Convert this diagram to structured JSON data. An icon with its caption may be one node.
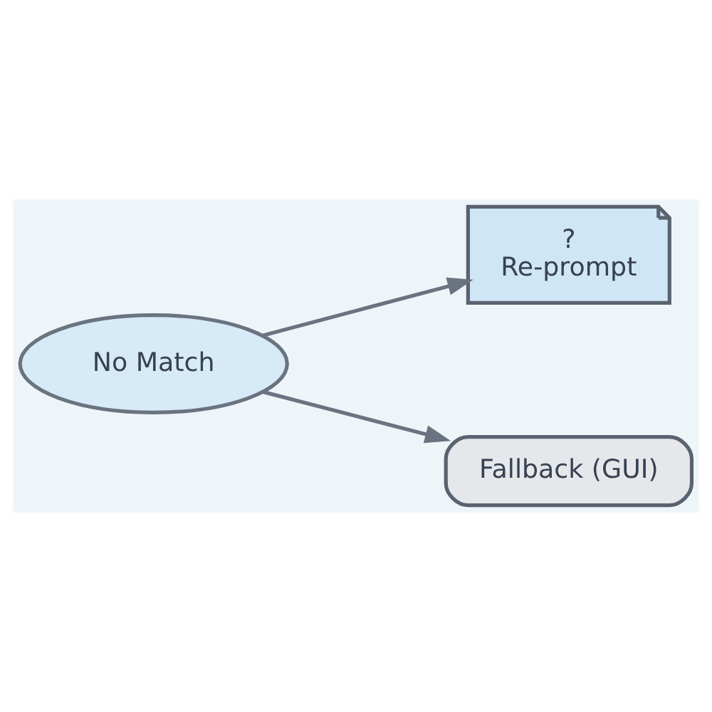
{
  "diagram": {
    "nodes": [
      {
        "text": [
          "No Match"
        ]
      },
      {
        "text": [
          "?",
          "Re-prompt"
        ]
      },
      {
        "text": [
          "Fallback (GUI)"
        ]
      }
    ],
    "edges": [
      {
        "from": 0,
        "to": 1,
        "arrow": "to"
      },
      {
        "from": 0,
        "to": 2,
        "arrow": "to"
      }
    ]
  }
}
